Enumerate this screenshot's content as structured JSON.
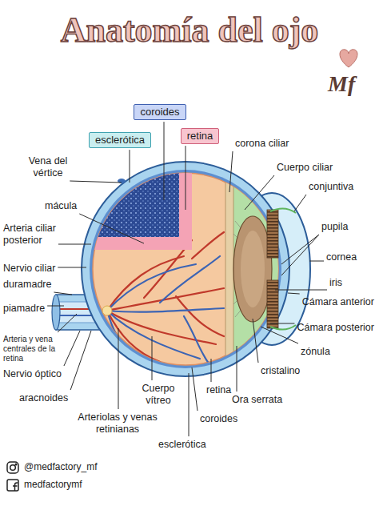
{
  "diagram": {
    "title": "Anatomía del ojo",
    "nodes": [
      {
        "text": [
          "coroides"
        ]
      },
      {
        "text": [
          "esclerótica"
        ]
      },
      {
        "text": [
          "retina"
        ]
      }
    ],
    "labels": [
      "Vena del vértice",
      "mácula",
      "Arteria ciliar posterior",
      "Nervio ciliar",
      "duramadre",
      "piamadre",
      "Arteria y vena centrales de la retina",
      "Nervio óptico",
      "aracnoides",
      "Cuerpo vítreo",
      "Arteriolas y venas retinianas",
      "esclerótica",
      "coroides",
      "retina",
      "Ora serrata",
      "cristalino",
      "zónula",
      "Cámara posterior",
      "Cámara anterior",
      "iris",
      "cornea",
      "pupila",
      "conjuntiva",
      "Cuerpo ciliar",
      "corona ciliar",
      "Mf",
      "@medfactory_mf",
      "medfactorymf"
    ]
  }
}
